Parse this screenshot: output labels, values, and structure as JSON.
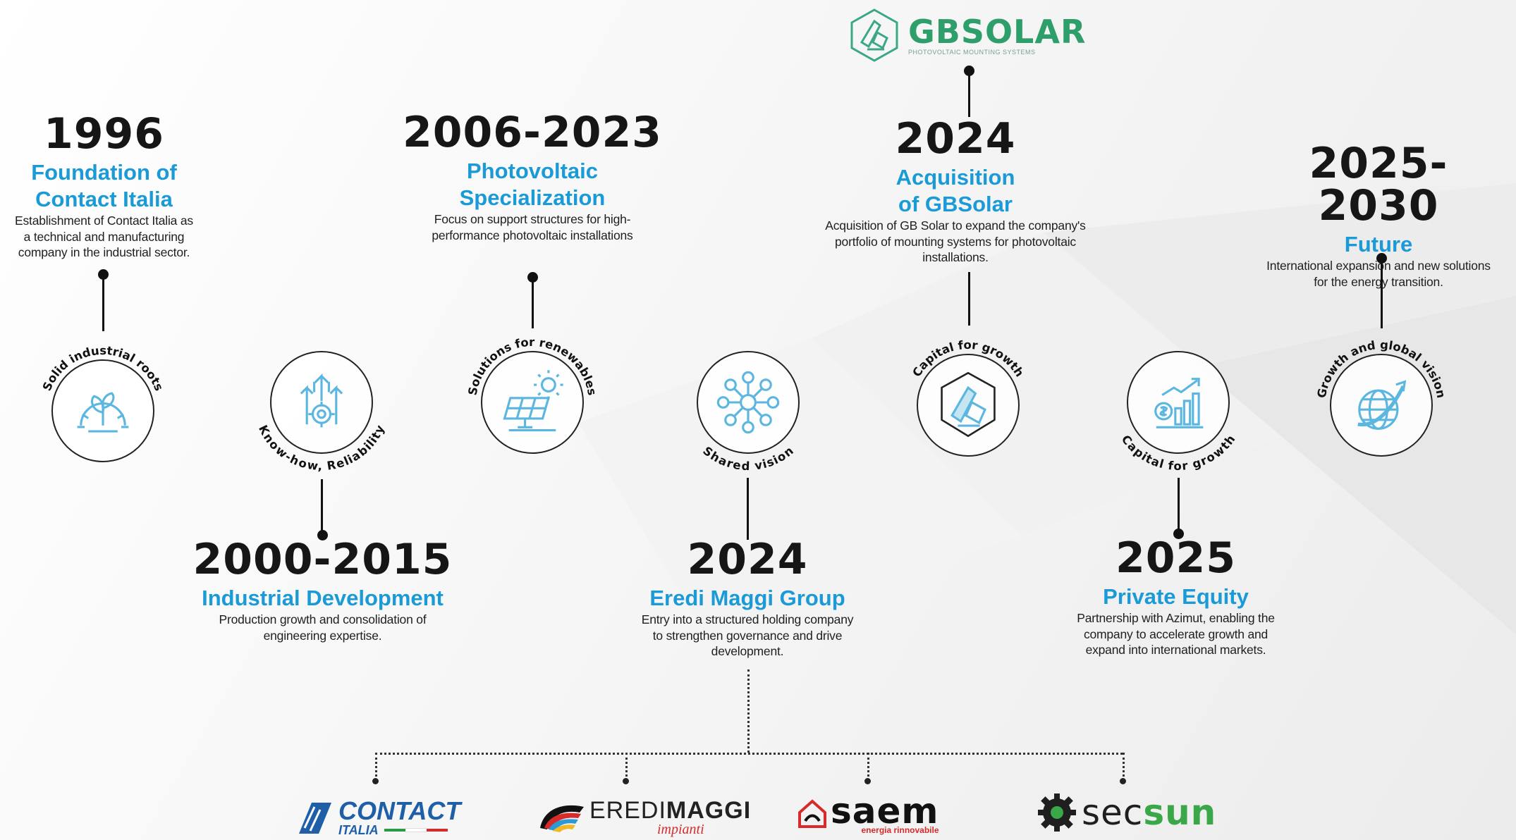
{
  "colors": {
    "accent": "#1a9ad6",
    "icon": "#5bb6e0",
    "text": "#1f1f1f",
    "gb_green": "#2e9e6b"
  },
  "milestones": [
    {
      "year": "1996",
      "title": "Foundation of\nContact Italia",
      "desc": "Establishment of Contact Italia as\na technical and manufacturing\ncompany in the industrial sector.",
      "badge": "Solid industrial roots",
      "icon": "plant-gear-icon"
    },
    {
      "year": "2000-2015",
      "title": "Industrial Development",
      "desc": "Production growth and consolidation of\nengineering expertise.",
      "badge": "Know-how, Reliability",
      "icon": "arrows-gear-icon"
    },
    {
      "year": "2006-2023",
      "title": "Photovoltaic\nSpecialization",
      "desc": "Focus on support structures for high-\nperformance photovoltaic installations",
      "badge": "Solutions for renewables",
      "icon": "solar-panel-icon"
    },
    {
      "year": "2024",
      "title": "Eredi Maggi Group",
      "desc": "Entry into a structured holding company\nto strengthen governance and drive\ndevelopment.",
      "badge": "Shared vision",
      "icon": "network-icon"
    },
    {
      "year": "2024",
      "title": "Acquisition\nof GBSolar",
      "desc": "Acquisition of GB Solar to expand the company's\nportfolio of mounting systems for photovoltaic\ninstallations.",
      "badge": "Capital for growth",
      "icon": "gbsolar-mark-icon"
    },
    {
      "year": "2025",
      "title": "Private Equity",
      "desc": "Partnership with Azimut, enabling the\ncompany to accelerate growth and\nexpand into international markets.",
      "badge": "Capital for growth",
      "icon": "growth-chart-icon"
    },
    {
      "year": "2025-2030",
      "title": "Future",
      "desc": "International expansion and new solutions\nfor the energy transition.",
      "badge": "Growth and global vision",
      "icon": "globe-arrow-icon"
    }
  ],
  "gbsolar_logo": {
    "text": "GBSOLAR",
    "tagline": "PHOTOVOLTAIC MOUNTING SYSTEMS"
  },
  "group_companies": [
    {
      "name": "CONTACT",
      "sub": "ITALIA"
    },
    {
      "name_left": "EREDI",
      "name_right": "MAGGI",
      "sub": "impianti"
    },
    {
      "name": "saem",
      "sub": "energia rinnovabile"
    },
    {
      "name_left": "sec",
      "name_right": "sun"
    }
  ]
}
